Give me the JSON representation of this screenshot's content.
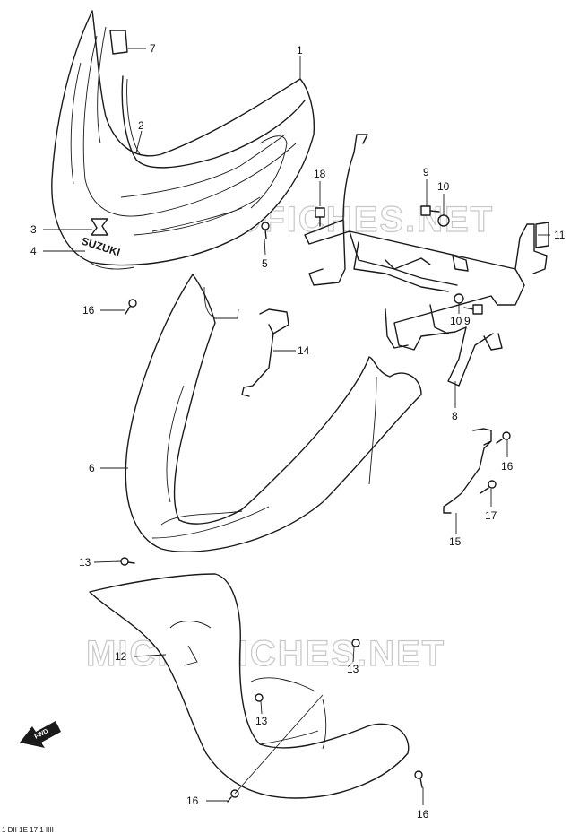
{
  "watermark": "MICROFICHES.NET",
  "logo_text": "SUZUKI",
  "fwd_label": "FWD",
  "footer_code": "1 DII 1E 17 1 IIII",
  "callouts": {
    "c1": "1",
    "c2": "2",
    "c3": "3",
    "c4": "4",
    "c5": "5",
    "c6": "6",
    "c7": "7",
    "c8": "8",
    "c9a": "9",
    "c9b": "9",
    "c10a": "10",
    "c10b": "10",
    "c11": "11",
    "c12": "12",
    "c13a": "13",
    "c13b": "13",
    "c13c": "13",
    "c14": "14",
    "c15": "15",
    "c16a": "16",
    "c16b": "16",
    "c16c": "16",
    "c16d": "16",
    "c17": "17",
    "c18": "18"
  }
}
